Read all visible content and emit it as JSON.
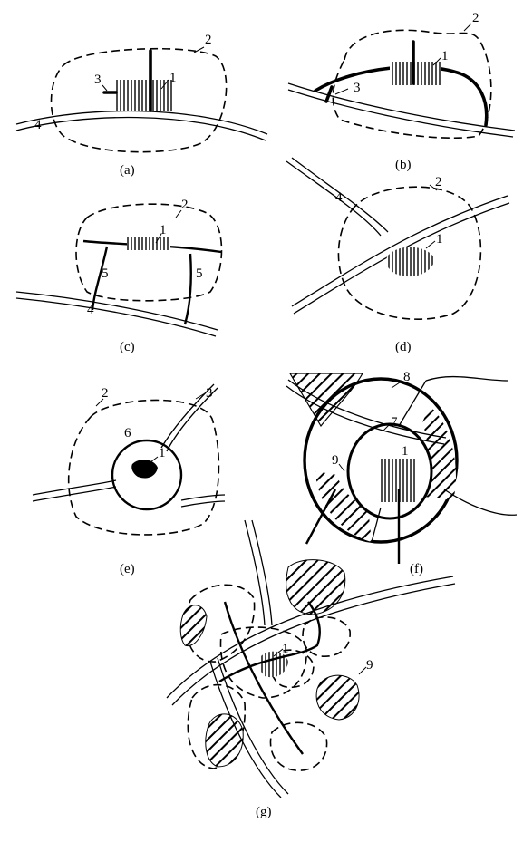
{
  "panels": [
    {
      "id": "a",
      "caption": "(a)",
      "labels": [
        "1",
        "2",
        "3",
        "4"
      ]
    },
    {
      "id": "b",
      "caption": "(b)",
      "labels": [
        "1",
        "2",
        "3"
      ]
    },
    {
      "id": "c",
      "caption": "(c)",
      "labels": [
        "1",
        "2",
        "4",
        "5",
        "5"
      ]
    },
    {
      "id": "d",
      "caption": "(d)",
      "labels": [
        "1",
        "2",
        "4"
      ]
    },
    {
      "id": "e",
      "caption": "(e)",
      "labels": [
        "1",
        "2",
        "3",
        "6"
      ]
    },
    {
      "id": "f",
      "caption": "(f)",
      "labels": [
        "1",
        "7",
        "8",
        "9"
      ]
    },
    {
      "id": "g",
      "caption": "(g)",
      "labels": [
        "1",
        "9"
      ]
    }
  ]
}
